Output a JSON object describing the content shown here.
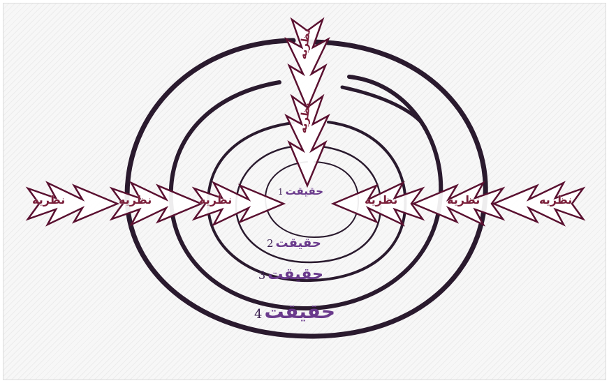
{
  "diagram": {
    "colors": {
      "ring": "#2a1a2e",
      "arrow_fill": "#ffffff",
      "arrow_stroke": "#5a1030",
      "label": "#7a1f3a",
      "truth_text": "#6a3a8c",
      "truth_number": "#3a1f50"
    },
    "arrow_label": "نظریه",
    "arrows": [
      {
        "label": "نظریه"
      },
      {
        "label": "نظریه"
      },
      {
        "label": "نظریه"
      },
      {
        "label": "نظریه"
      },
      {
        "label": "نظریه"
      },
      {
        "label": "نظریه"
      },
      {
        "label": "نظریه"
      },
      {
        "label": "نظریه"
      }
    ],
    "truths": [
      {
        "number": "1",
        "text": "حقیقت"
      },
      {
        "number": "2",
        "text": "حقیقت"
      },
      {
        "number": "3",
        "text": "حقیقت"
      },
      {
        "number": "4",
        "text": "حقیقت"
      }
    ]
  }
}
